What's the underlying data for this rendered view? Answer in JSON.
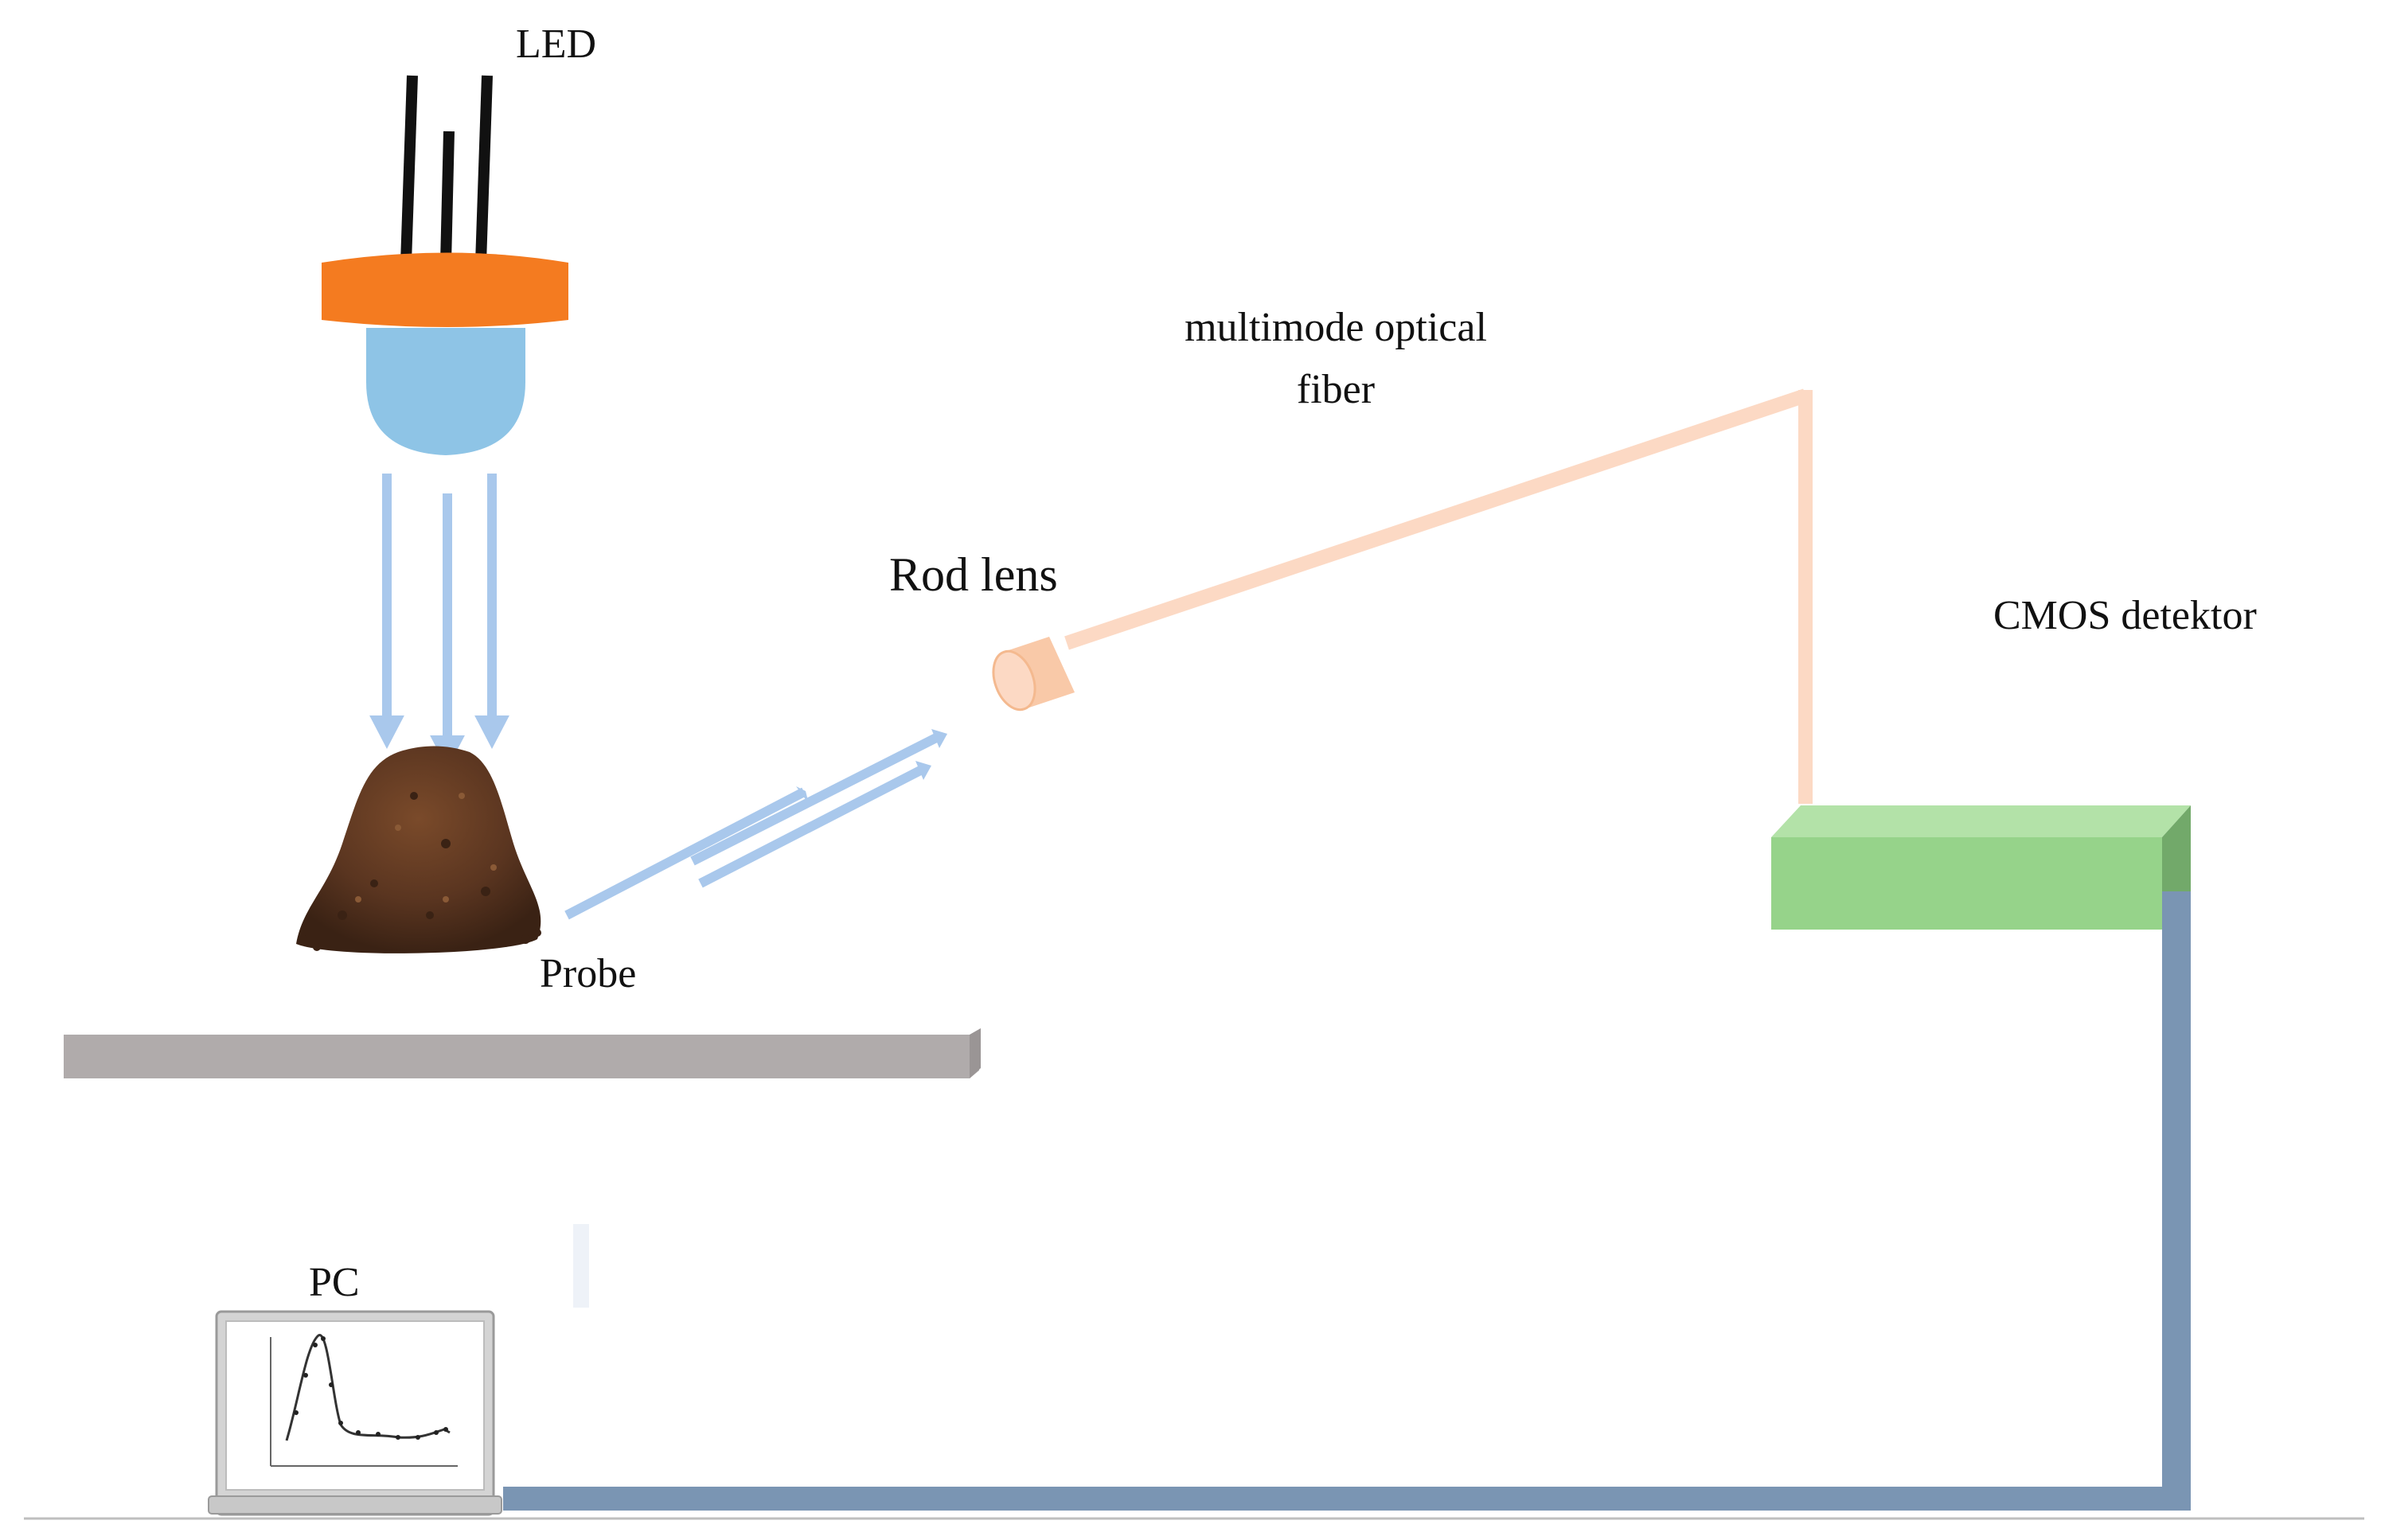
{
  "labels": {
    "led": "LED",
    "fiber_line1": "multimode optical",
    "fiber_line2": "fiber",
    "rod_lens": "Rod lens",
    "cmos": "CMOS detektor",
    "probe": "Probe",
    "pc": "PC"
  },
  "colors": {
    "led_cap": "#f47b20",
    "led_dome": "#8ec4e6",
    "light_ray": "#a9c8ec",
    "fiber": "#fcd9c4",
    "rod_lens": "#f9c9a8",
    "detector_front": "#96d38a",
    "detector_top": "#b3e2a8",
    "detector_side": "#72a96a",
    "cable": "#7a95b3",
    "table": "#b0abab",
    "soil": "#5a3520",
    "ground_line": "#bfbfbf"
  },
  "icons": [
    "led-icon",
    "soil-sample-icon",
    "rod-lens-icon",
    "cmos-detector-icon",
    "laptop-icon"
  ]
}
